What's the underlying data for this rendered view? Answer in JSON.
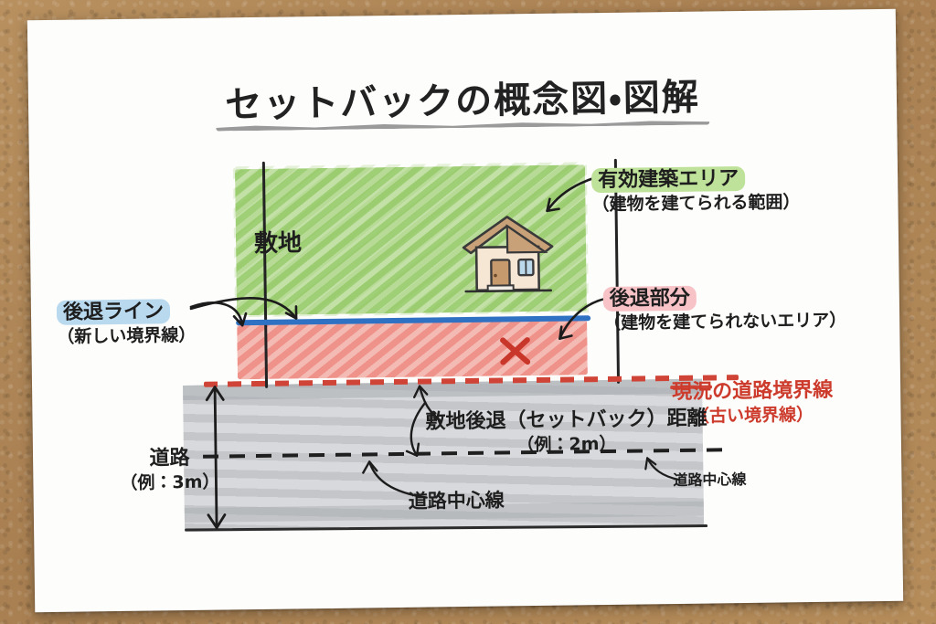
{
  "page": {
    "title": "セットバックの概念図・図解",
    "background": "#b08a5c",
    "paper_color": "#fdfdfb"
  },
  "diagram": {
    "site_label": "敷地",
    "x_mark": "×",
    "colors": {
      "buildable_green": "#8dc65d",
      "setback_red": "#ea786e",
      "setback_line_blue": "#2f72c4",
      "old_boundary_red": "#cf4436",
      "road_gray": "#d7d9dc",
      "ink_black": "#232323"
    },
    "house": {
      "roof_color": "#c8a178",
      "wall_color": "#f6e6d4",
      "door_color": "#c79a6d",
      "window_color": "#bcd9ec",
      "outline_color": "#3a3a3a"
    }
  },
  "labels": {
    "buildable": {
      "title": "有効建築エリア",
      "subtitle": "（建物を建てられる範囲）",
      "highlight": "#bfe29a"
    },
    "setback_area": {
      "title": "後退部分",
      "subtitle": "（建物を建てられないエリア）",
      "highlight": "#f7c3c7"
    },
    "setback_line": {
      "title": "後退ライン",
      "subtitle": "（新しい境界線）",
      "highlight": "#b9d9ef"
    },
    "old_boundary": {
      "title": "現況の道路境界線",
      "subtitle": "（古い境界線）",
      "color": "#cc3b2c"
    },
    "setback_distance": {
      "title": "敷地後退（セットバック）距離",
      "subtitle": "（例：2m）"
    },
    "road": {
      "title": "道路",
      "subtitle": "（例：3m）"
    },
    "road_center_left": "道路中心線",
    "road_center_right": "道路中心線"
  }
}
